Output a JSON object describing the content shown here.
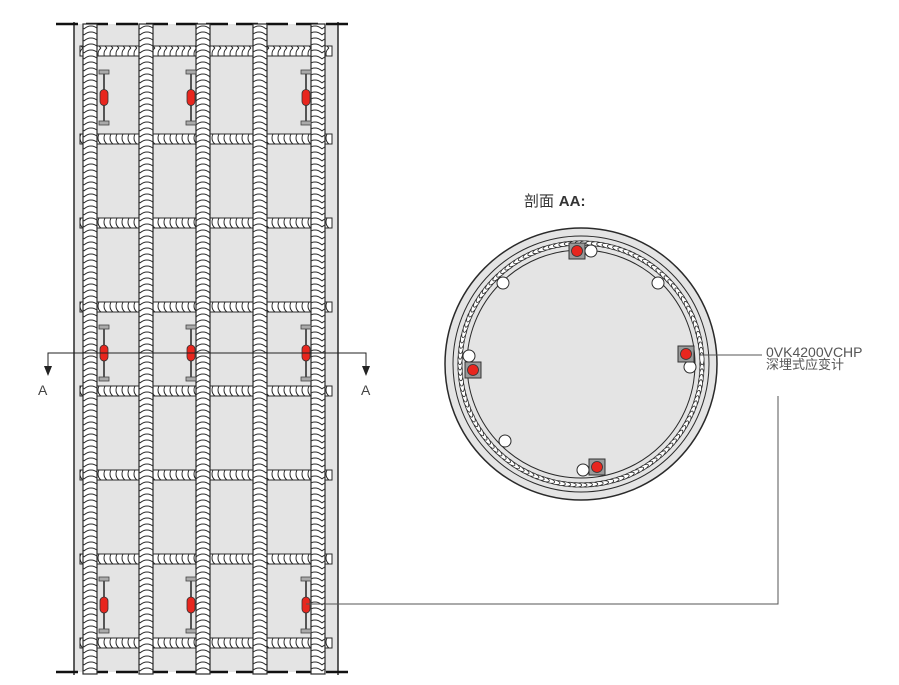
{
  "section": {
    "title_cn": "剖面",
    "title_id": "AA:"
  },
  "callout": {
    "model": "0VK4200VCHP",
    "description": "深埋式应变计"
  },
  "section_markers": {
    "left": "A",
    "right": "A"
  },
  "colors": {
    "concrete": "#e4e4e4",
    "rebar_stroke": "#2a2a2a",
    "sensor": "#e8261e",
    "leader_line": "#555555"
  },
  "icons": {
    "sensor": "strain-gauge-icon",
    "rebar": "rebar-icon",
    "arrow": "arrow-down-icon"
  }
}
